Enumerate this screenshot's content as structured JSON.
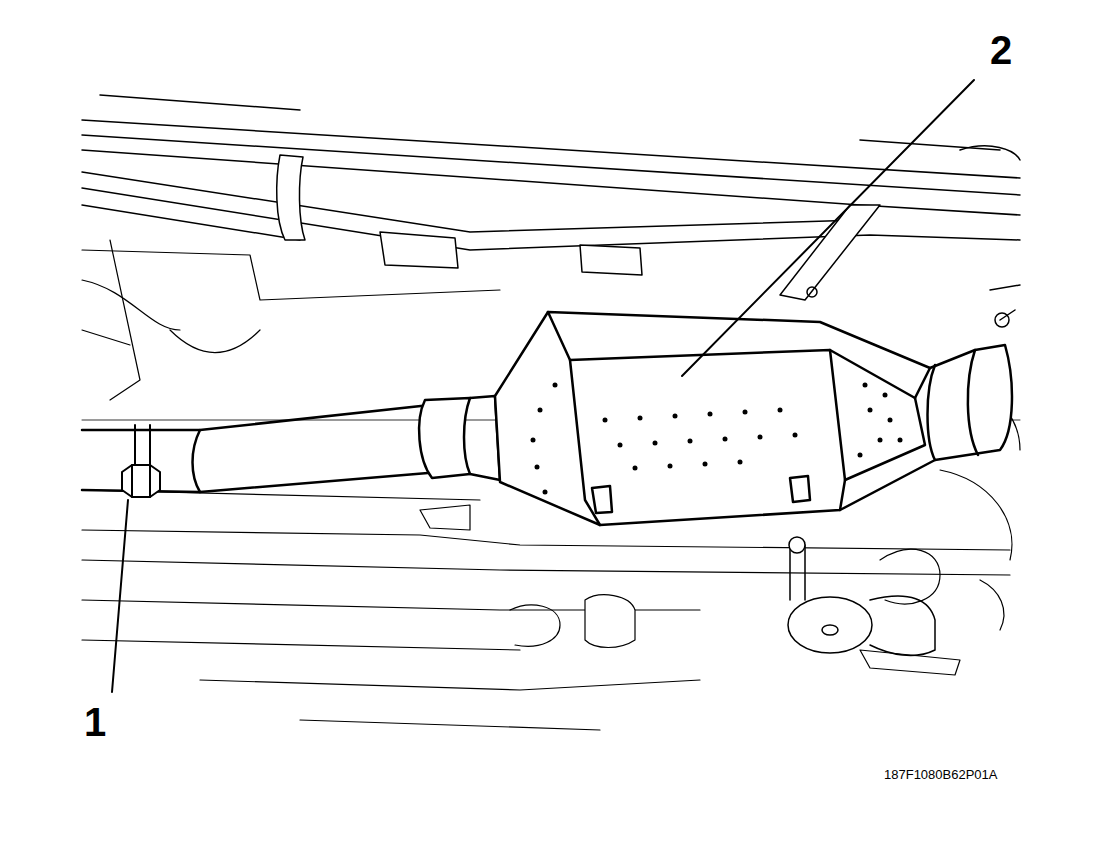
{
  "diagram": {
    "labels": [
      "2",
      "1",
      "187F1080B62P01A"
    ]
  }
}
